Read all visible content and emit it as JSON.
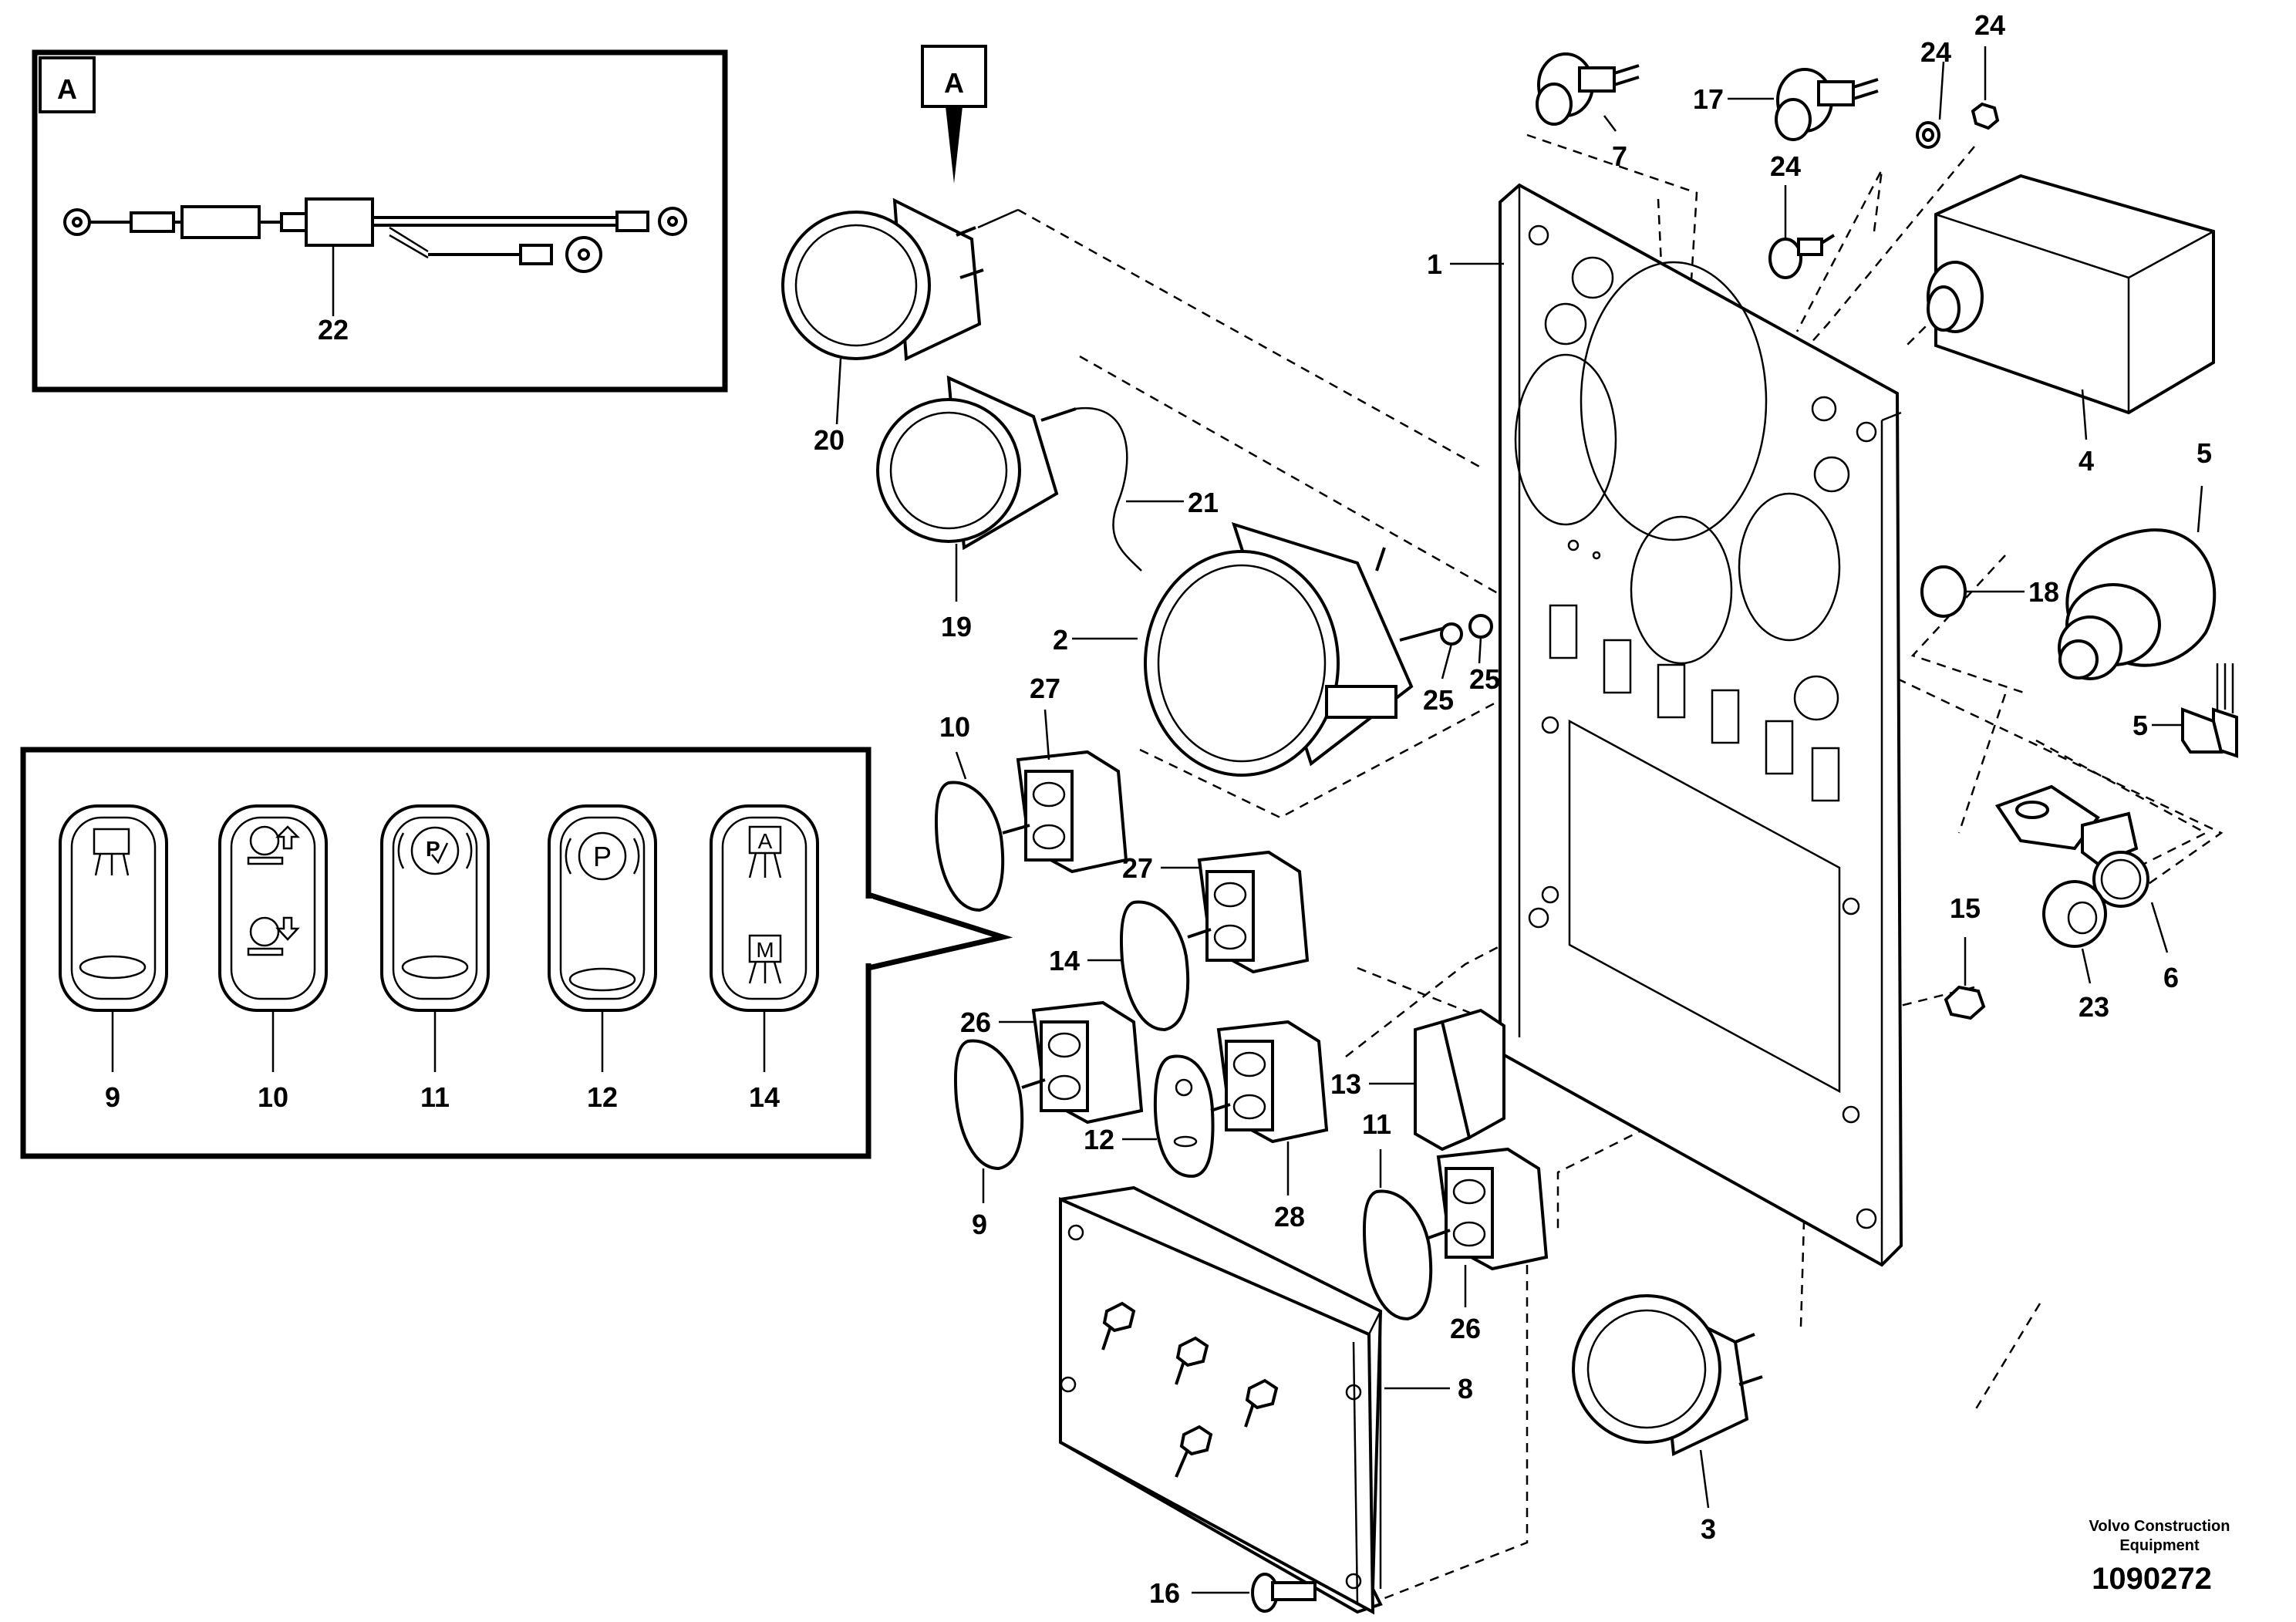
{
  "inset_marker": "A",
  "callouts": {
    "c1": "1",
    "c2": "2",
    "c3": "3",
    "c4": "4",
    "c5a": "5",
    "c5b": "5",
    "c6": "6",
    "c7": "7",
    "c8": "8",
    "c9a": "9",
    "c9b": "9",
    "c10a": "10",
    "c10b": "10",
    "c11a": "11",
    "c11b": "11",
    "c12a": "12",
    "c12b": "12",
    "c13": "13",
    "c14a": "14",
    "c14b": "14",
    "c15": "15",
    "c16": "16",
    "c17": "17",
    "c18": "18",
    "c19": "19",
    "c20": "20",
    "c21": "21",
    "c22": "22",
    "c23": "23",
    "c24a": "24",
    "c24b": "24",
    "c24c": "24",
    "c25a": "25",
    "c25b": "25",
    "c26a": "26",
    "c26b": "26",
    "c27a": "27",
    "c27b": "27",
    "c28": "28"
  },
  "switch_symbols": {
    "auto": "A",
    "manual": "M",
    "parking": "P",
    "parking_check": "P"
  },
  "footer": {
    "company_line1": "Volvo Construction",
    "company_line2": "Equipment",
    "drawing_number": "1090272"
  }
}
